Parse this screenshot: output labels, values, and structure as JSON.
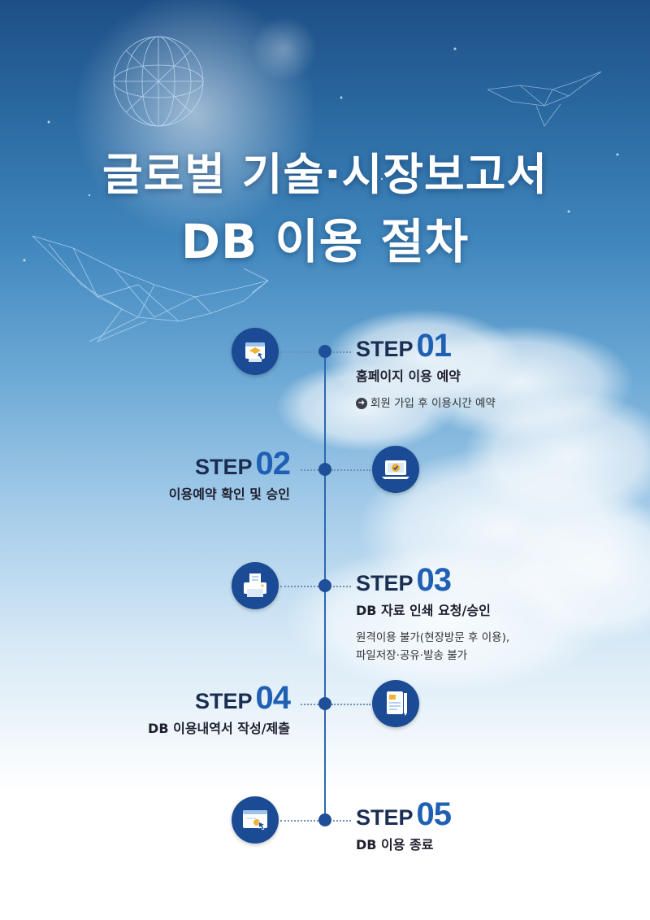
{
  "title": {
    "line1": "글로벌 기술·시장보고서",
    "line2": "DB 이용 절차"
  },
  "colors": {
    "accent": "#1f5fb4",
    "icon_bg": "#1b4b94",
    "line": "#2c68b1",
    "heading_text": "#1a2e52"
  },
  "steps": [
    {
      "word": "STEP",
      "num": "01",
      "title": "홈페이지 이용 예약",
      "desc": [
        "회원 가입 후 이용시간 예약"
      ],
      "has_arrow": true,
      "icon": "website-booking-icon",
      "side": "right"
    },
    {
      "word": "STEP",
      "num": "02",
      "title": "이용예약 확인 및 승인",
      "desc": [],
      "icon": "laptop-approval-icon",
      "side": "left"
    },
    {
      "word": "STEP",
      "num": "03",
      "title": "DB 자료 인쇄 요청/승인",
      "desc": [
        "원격이용 불가(현장방문 후 이용),",
        "파일저장·공유·발송 불가"
      ],
      "icon": "printer-icon",
      "side": "right"
    },
    {
      "word": "STEP",
      "num": "04",
      "title": "DB 이용내역서 작성/제출",
      "desc": [],
      "icon": "document-pen-icon",
      "side": "left"
    },
    {
      "word": "STEP",
      "num": "05",
      "title": "DB 이용 종료",
      "desc": [],
      "icon": "browser-click-icon",
      "side": "right"
    }
  ]
}
